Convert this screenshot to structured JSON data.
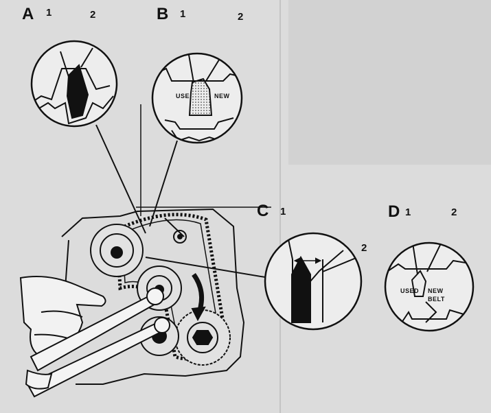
{
  "callouts": {
    "A": {
      "letter": "A",
      "n1": "1",
      "n2": "2"
    },
    "B": {
      "letter": "B",
      "n1": "1",
      "n2": "2",
      "used": "USE",
      "new": "NEW"
    },
    "C": {
      "letter": "C",
      "n1": "1",
      "n2": "2"
    },
    "D": {
      "letter": "D",
      "n1": "1",
      "n2": "2",
      "used": "USED",
      "new": "NEW",
      "belt": "BELT"
    }
  },
  "colors": {
    "ink": "#111111",
    "paper": "#dcdcdc",
    "circle_fill": "#ededed",
    "faded_text": "#a9a9a9"
  },
  "icons": [
    "timing-belt",
    "tensioner-pulley",
    "crankshaft-sprocket",
    "wrench",
    "hand"
  ]
}
